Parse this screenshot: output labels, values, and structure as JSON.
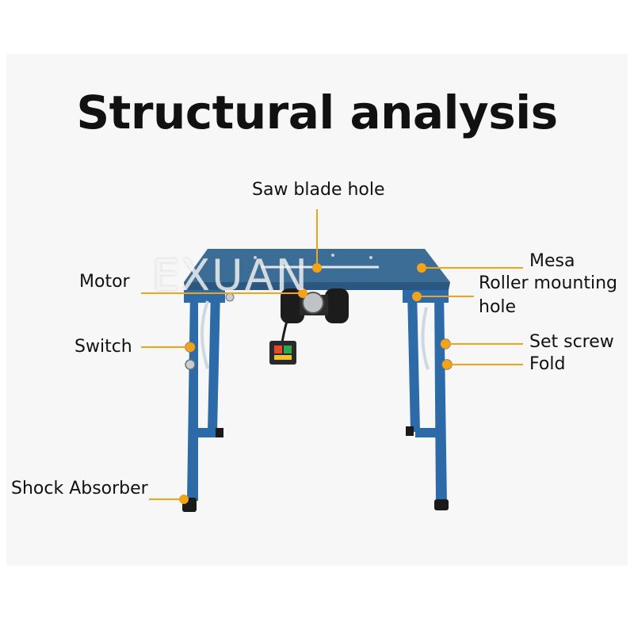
{
  "title": "Structural analysis",
  "watermark": "EXUAN",
  "colors": {
    "accent": "#f2a318",
    "frame": "#2c6aa8",
    "frame_dark": "#1d4d80",
    "table_top": "#3b6d96"
  },
  "labels": {
    "saw_blade_hole": "Saw blade hole",
    "motor": "Motor",
    "mesa": "Mesa",
    "roller_mounting_hole": [
      "Roller mounting",
      "hole"
    ],
    "switch": "Switch",
    "set_screw": "Set screw",
    "fold": "Fold",
    "shock_absorber": "Shock Absorber"
  }
}
